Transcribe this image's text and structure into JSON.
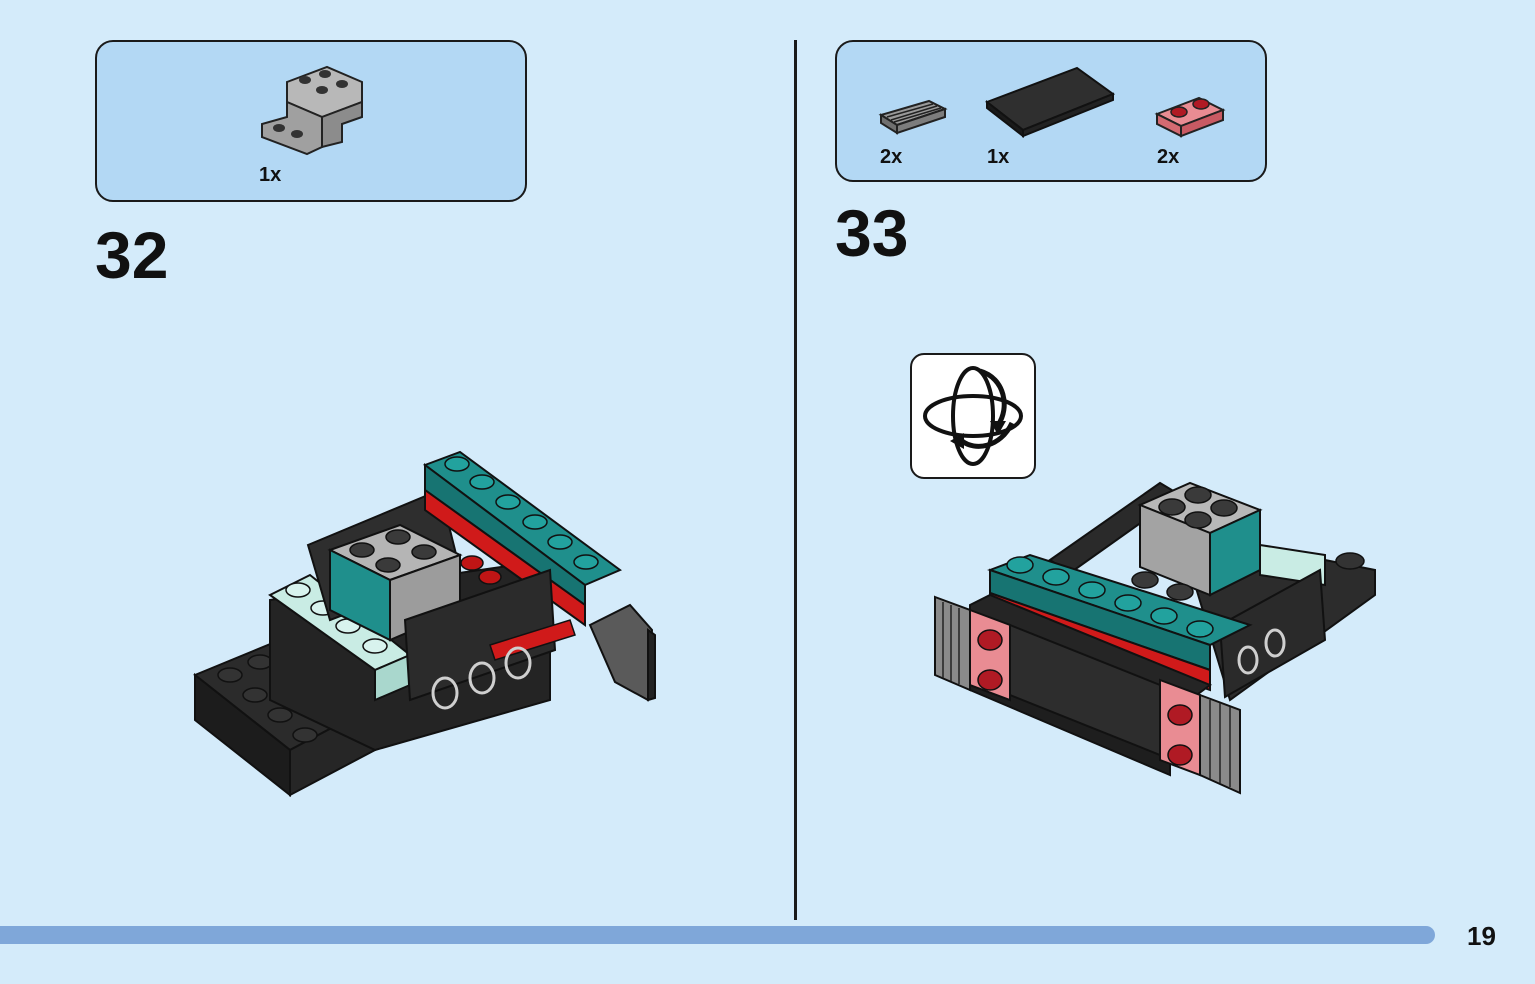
{
  "steps": [
    {
      "number": "32",
      "parts": [
        {
          "qty": "1x",
          "icon": "gray-bracket-icon",
          "color": "#a6a6a6"
        }
      ]
    },
    {
      "number": "33",
      "parts": [
        {
          "qty": "2x",
          "icon": "gray-grille-tile-icon",
          "color": "#8a8a8a"
        },
        {
          "qty": "1x",
          "icon": "black-tile-icon",
          "color": "#2a2a2a"
        },
        {
          "qty": "2x",
          "icon": "red-transparent-plate-icon",
          "color": "#e0707a"
        }
      ],
      "rotate_icon": "rotate-model-icon"
    }
  ],
  "page_number": "19",
  "colors": {
    "background": "#d4ebfa",
    "parts_box": "#b3d8f4",
    "teal": "#1f8f8c",
    "red": "#d01a1a",
    "black": "#232323",
    "light_gray": "#a6a6a6",
    "mint": "#c9ece4",
    "page_bar": "#7fa7d9"
  }
}
